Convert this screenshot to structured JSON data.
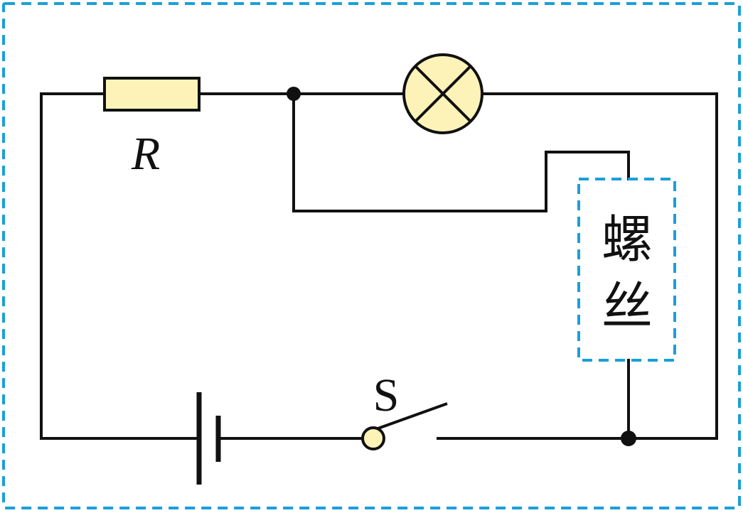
{
  "labels": {
    "resistor": "R",
    "switch": "S",
    "screw_char_1": "螺",
    "screw_char_2": "丝"
  },
  "colors": {
    "frame_dash": "#1a9fd9",
    "component_fill": "#fdf3b8",
    "wire": "#111111"
  },
  "components": [
    {
      "name": "resistor",
      "icon": "resistor-box"
    },
    {
      "name": "lamp",
      "icon": "lamp-cross-circle"
    },
    {
      "name": "battery",
      "icon": "cell-symbol"
    },
    {
      "name": "switch",
      "icon": "open-switch"
    },
    {
      "name": "screw",
      "icon": "dashed-box"
    }
  ]
}
